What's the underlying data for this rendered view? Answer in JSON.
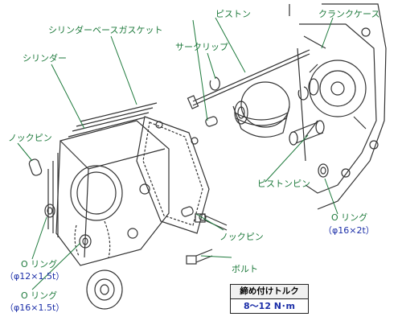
{
  "labels": {
    "cylinder_base_gasket": "シリンダーベースガスケット",
    "piston": "ピストン",
    "crankcase": "クランクケース",
    "circlip": "サークリップ",
    "cylinder": "シリンダー",
    "dowel_pin_left": "ノックピン",
    "piston_pin": "ピストンピン",
    "oring_right": "O リング",
    "oring_right_size": "（φ16×2t）",
    "dowel_pin_bottom": "ノックピン",
    "bolt": "ボルト",
    "oring_left_1": "O リング",
    "oring_left_1_size": "（φ12×1.5t）",
    "oring_left_2": "O リング",
    "oring_left_2_size": "（φ16×1.5t）"
  },
  "torque": {
    "title": "締め付けトルク",
    "value": "8～12 N･m"
  },
  "colors": {
    "label_text": "#1e7a3c",
    "size_text": "#1b2ea8",
    "line_art": "#333333"
  }
}
